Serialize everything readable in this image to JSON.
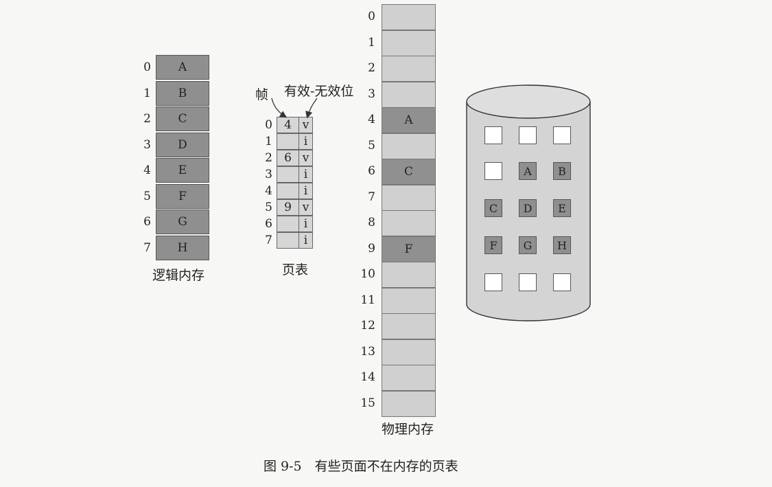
{
  "logical_memory": {
    "indices": [
      "0",
      "1",
      "2",
      "3",
      "4",
      "5",
      "6",
      "7"
    ],
    "pages": [
      "A",
      "B",
      "C",
      "D",
      "E",
      "F",
      "G",
      "H"
    ],
    "caption": "逻辑内存"
  },
  "page_table": {
    "indices": [
      "0",
      "1",
      "2",
      "3",
      "4",
      "5",
      "6",
      "7"
    ],
    "frames": [
      "4",
      "",
      "6",
      "",
      "",
      "9",
      "",
      ""
    ],
    "bits": [
      "v",
      "i",
      "v",
      "i",
      "i",
      "v",
      "i",
      "i"
    ],
    "frame_label": "帧",
    "valid_label": "有效-无效位",
    "caption": "页表"
  },
  "physical_memory": {
    "indices": [
      "0",
      "1",
      "2",
      "3",
      "4",
      "5",
      "6",
      "7",
      "8",
      "9",
      "10",
      "11",
      "12",
      "13",
      "14",
      "15"
    ],
    "contents": [
      "",
      "",
      "",
      "",
      "A",
      "",
      "C",
      "",
      "",
      "F",
      "",
      "",
      "",
      "",
      "",
      ""
    ],
    "caption": "物理内存"
  },
  "disk": {
    "rows": [
      [
        "",
        "",
        ""
      ],
      [
        "",
        "A",
        "B"
      ],
      [
        "C",
        "D",
        "E"
      ],
      [
        "F",
        "G",
        "H"
      ],
      [
        "",
        "",
        ""
      ]
    ]
  },
  "figure_caption": "图 9-5　有些页面不在内存的页表",
  "colors": {
    "dark_cell": "#8f8f8f",
    "light_cell": "#d0d0d0",
    "disk_fill": "#d4d4d4"
  }
}
